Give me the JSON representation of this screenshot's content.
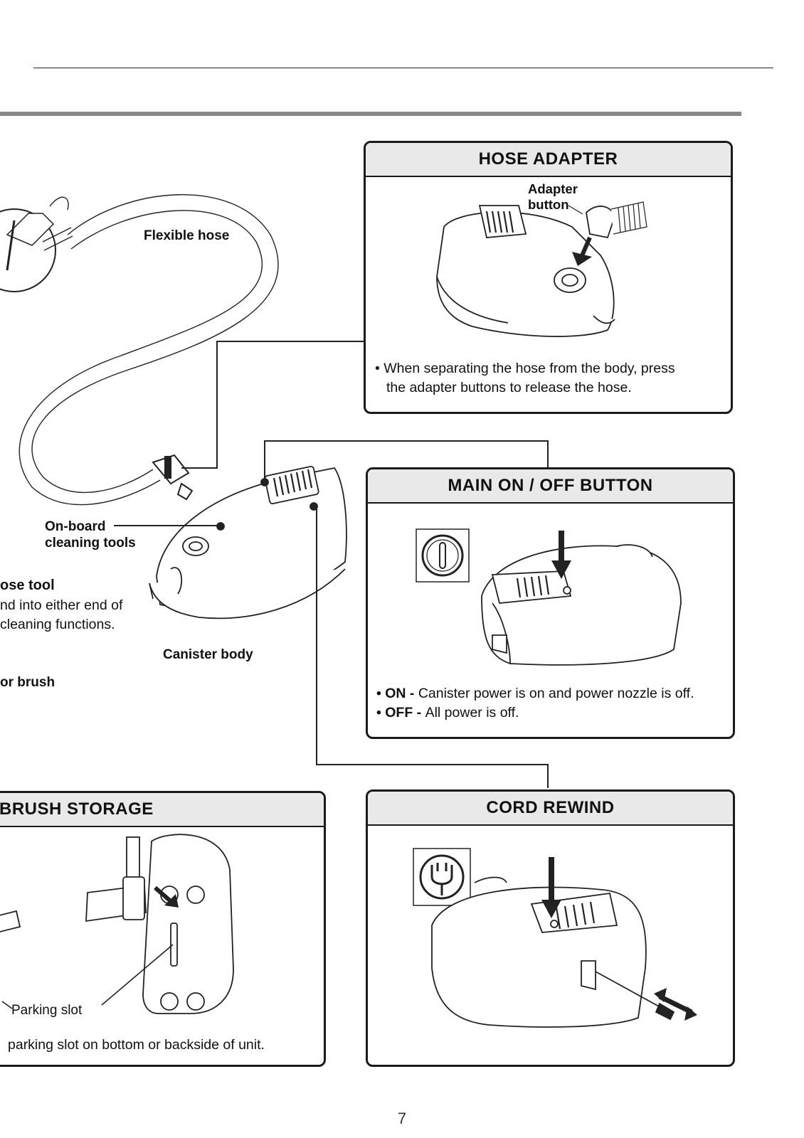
{
  "panels": {
    "hose_adapter": {
      "title": "HOSE ADAPTER",
      "callout": [
        "Adapter",
        "button"
      ],
      "note": [
        "• When separating the hose from the body, press",
        "the adapter buttons to release the hose."
      ]
    },
    "main_switch": {
      "title": "MAIN ON / OFF BUTTON",
      "on_key": "• ON - ",
      "on_text": "Canister power is on and power nozzle is off.",
      "off_key": "• OFF - ",
      "off_text": "All power is off."
    },
    "brush_storage": {
      "title": "BRUSH STORAGE",
      "callout": "Parking slot",
      "note": "parking slot on bottom or backside of unit."
    },
    "cord_rewind": {
      "title": "CORD REWIND"
    }
  },
  "labels": {
    "flexible_hose": "Flexible hose",
    "onboard_tools": [
      "On-board",
      "cleaning tools"
    ],
    "hose_tool_title": "ose tool",
    "hose_tool_text": [
      "nd into either end of",
      "cleaning functions."
    ],
    "floor_brush": "or brush",
    "canister_body": "Canister body"
  },
  "icons": {
    "power_symbol": "power-button-icon",
    "plug_symbol": "plug-icon"
  },
  "page_number": "7"
}
